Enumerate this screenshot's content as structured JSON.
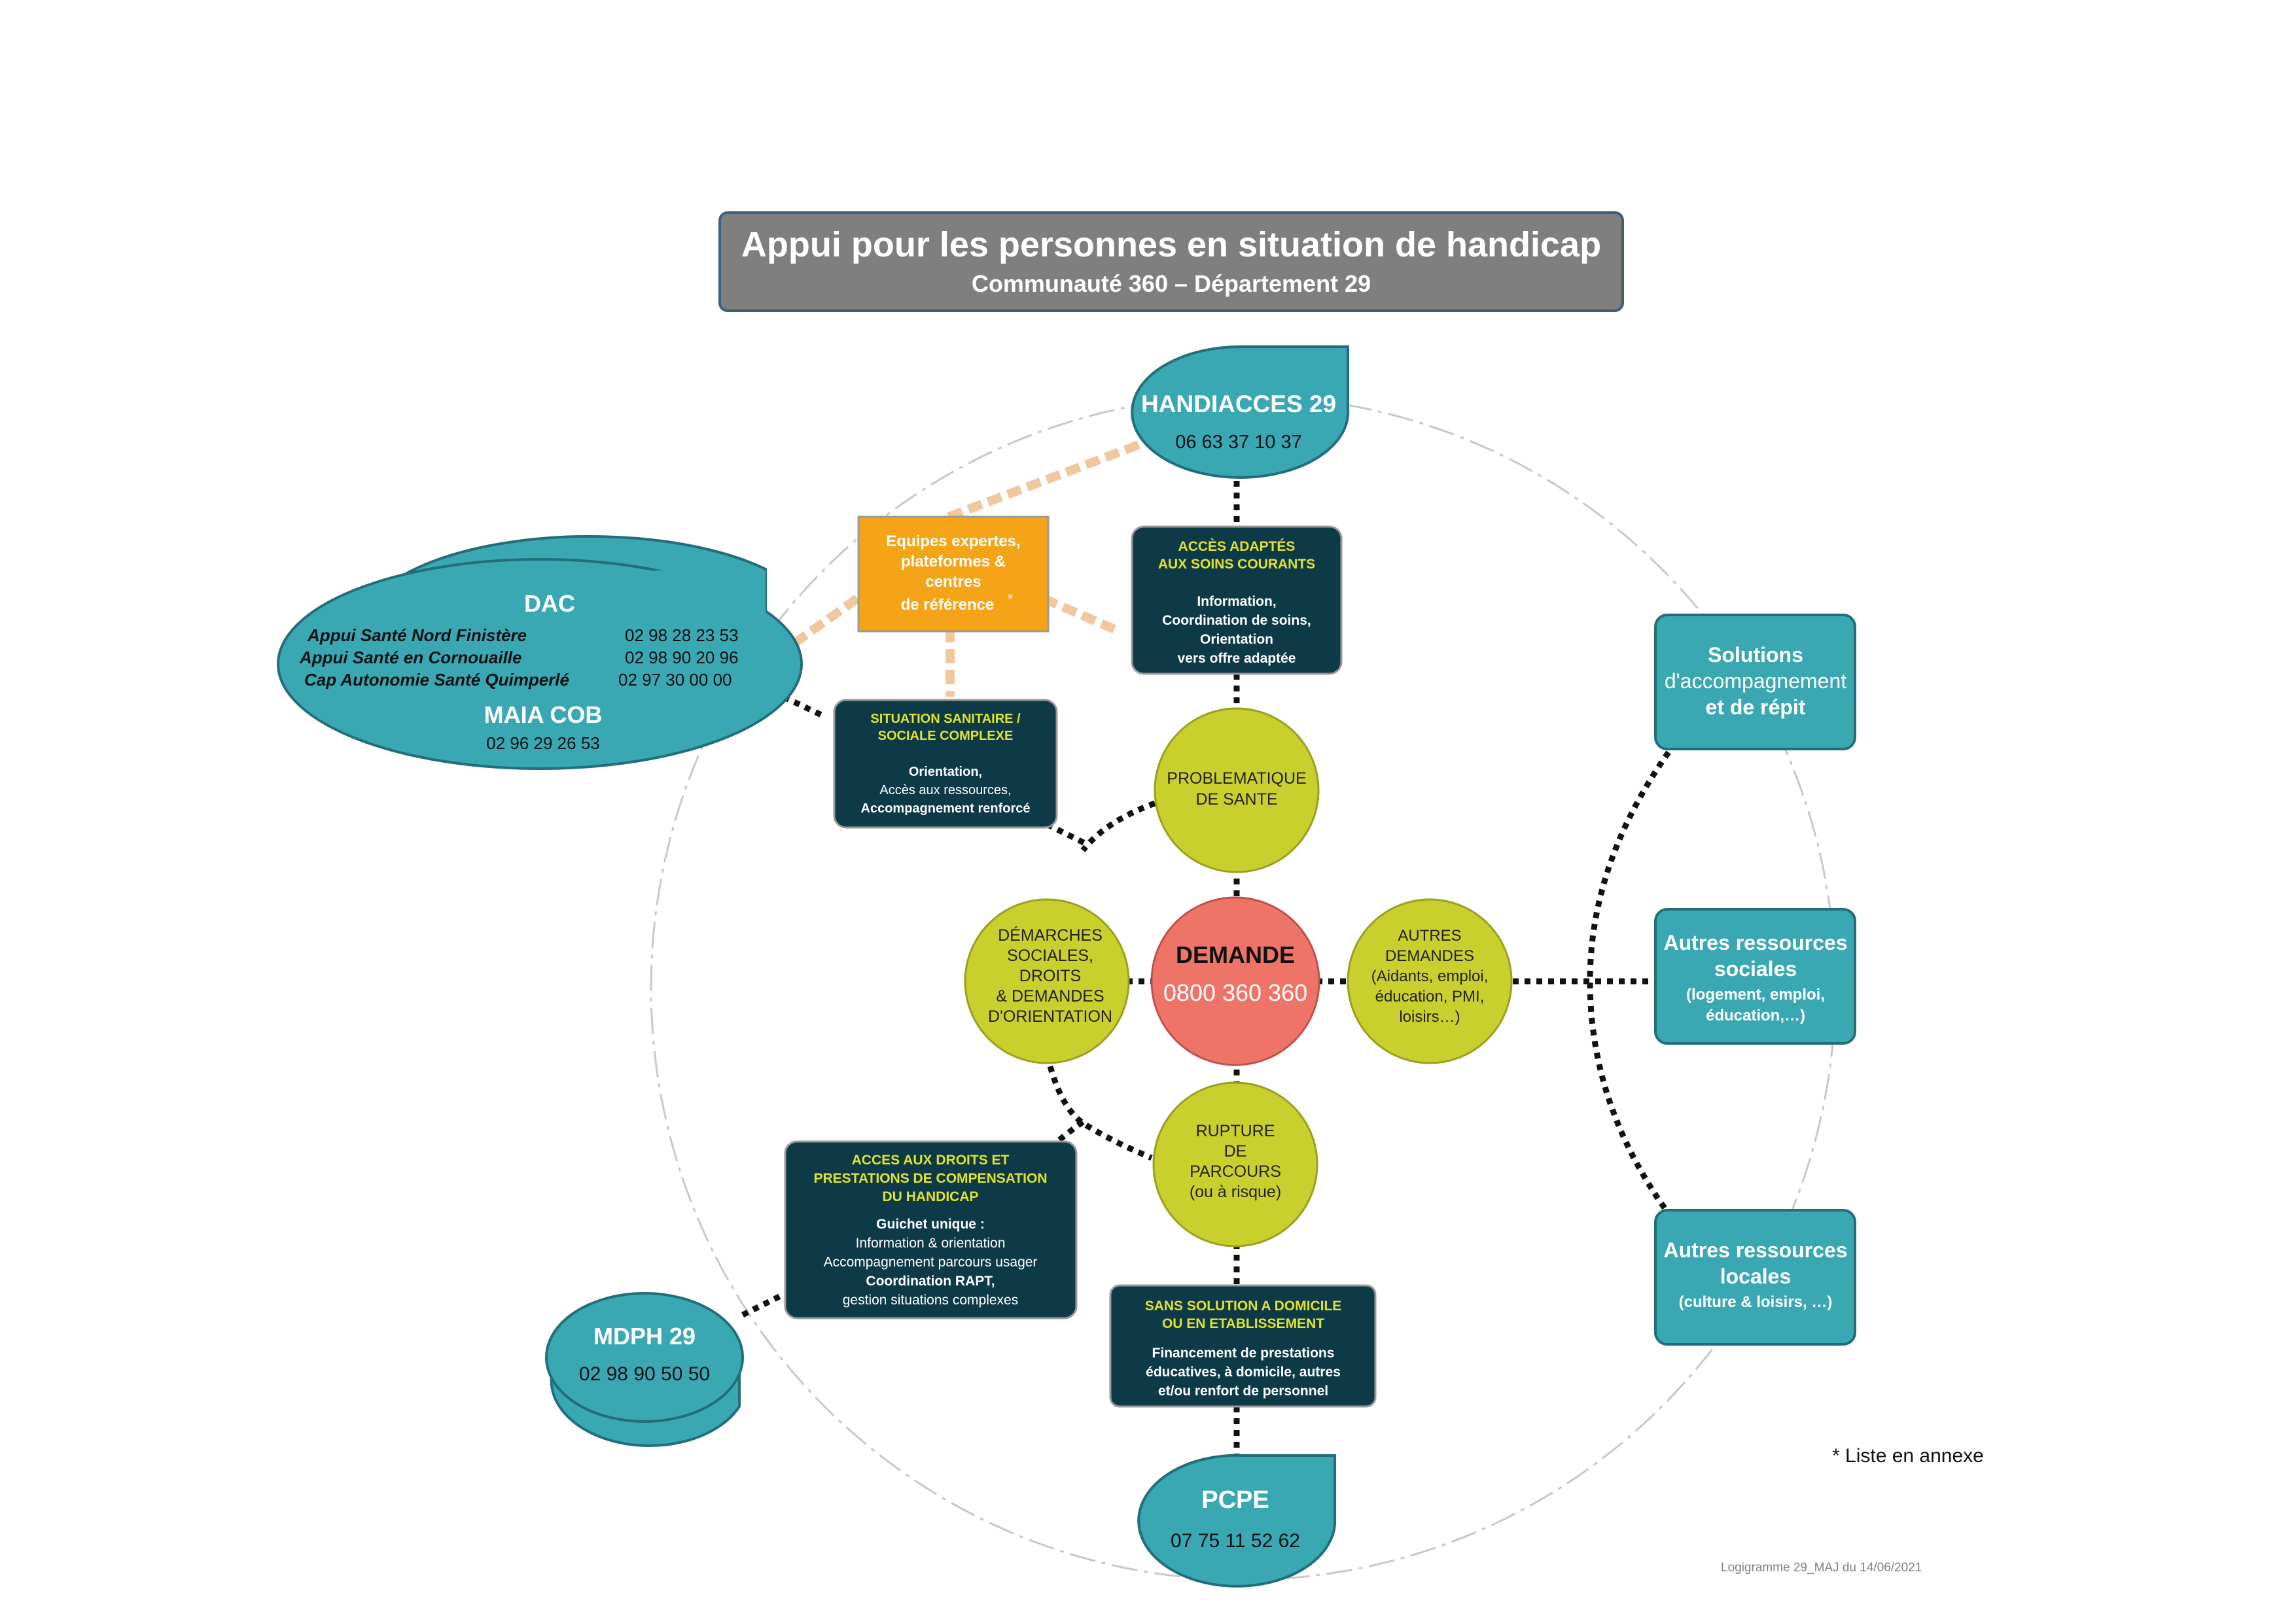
{
  "title": {
    "main": "Appui pour les personnes en situation de handicap",
    "sub": "Communauté 360 – Département 29"
  },
  "handiacces": {
    "name": "HANDIACCES 29",
    "phone": "06 63 37 10 37"
  },
  "pcpe": {
    "name": "PCPE",
    "phone": "07 75 11 52 62"
  },
  "mdph": {
    "name": "MDPH 29",
    "phone": "02 98 90 50 50"
  },
  "dac": {
    "name": "DAC",
    "rows": [
      {
        "label": "Appui Santé Nord Finistère",
        "phone": "02 98 28 23 53"
      },
      {
        "label": "Appui Santé en Cornouaille",
        "phone": "02 98 90 20 96"
      },
      {
        "label": "Cap Autonomie Santé Quimperlé",
        "phone": "02 97 30 00 00"
      }
    ],
    "maia_name": "MAIA COB",
    "maia_phone": "02 96 29 26 53"
  },
  "experts": {
    "lines": [
      "Equipes expertes,",
      "plateformes &",
      "centres",
      "de référence"
    ],
    "star": "*"
  },
  "acces_adaptes": {
    "title": [
      "ACCÈS ADAPTÉS",
      "AUX SOINS COURANTS"
    ],
    "body": [
      "Information,",
      "Coordination de soins,",
      "Orientation",
      "vers offre adaptée"
    ]
  },
  "situation": {
    "title": [
      "SITUATION SANITAIRE /",
      "SOCIALE COMPLEXE"
    ],
    "body": [
      "Orientation,",
      "Accès aux ressources,",
      "Accompagnement renforcé"
    ]
  },
  "acces_droits": {
    "title": [
      "ACCES AUX DROITS ET",
      "PRESTATIONS DE COMPENSATION",
      "DU HANDICAP"
    ],
    "body": [
      "Guichet unique :",
      "Information & orientation",
      "Accompagnement parcours usager",
      "Coordination RAPT,",
      "gestion situations complexes"
    ]
  },
  "sans_solution": {
    "title": [
      "SANS SOLUTION A DOMICILE",
      "OU EN ETABLISSEMENT"
    ],
    "body": [
      "Financement de prestations",
      "éducatives, à domicile, autres",
      "et/ou renfort de personnel"
    ]
  },
  "problematique": [
    "PROBLEMATIQUE",
    "DE SANTE"
  ],
  "demarches": [
    "DÉMARCHES",
    "SOCIALES,",
    "DROITS",
    "& DEMANDES",
    "D'ORIENTATION"
  ],
  "autres_demandes": [
    "AUTRES",
    "DEMANDES",
    "(Aidants, emploi,",
    "éducation, PMI,",
    "loisirs…)"
  ],
  "rupture": [
    "RUPTURE",
    "DE",
    "PARCOURS",
    "(ou à risque)"
  ],
  "demande": {
    "label": "DEMANDE",
    "phone": "0800 360 360"
  },
  "solutions": [
    "Solutions",
    "d'accompagnement",
    "et de répit"
  ],
  "autres_sociales": {
    "title": [
      "Autres ressources",
      "sociales"
    ],
    "body": [
      "(logement, emploi,",
      "éducation,…)"
    ]
  },
  "autres_locales": {
    "title": [
      "Autres ressources",
      "locales"
    ],
    "body": [
      "(culture & loisirs, …)"
    ]
  },
  "annex_note": "* Liste en annexe",
  "footer": "Logigramme 29_MAJ du 14/06/2021",
  "colors": {
    "teal": "#3aa8b3",
    "teal_dark_border": "#236e78",
    "navy": "#0e3a48",
    "lime": "#c9cf2c",
    "salmon": "#ef7468",
    "orange": "#f5a418",
    "title_bg": "#7f7f7f",
    "yellow_text": "#e0e32c",
    "connector": "#f0c8a0"
  }
}
